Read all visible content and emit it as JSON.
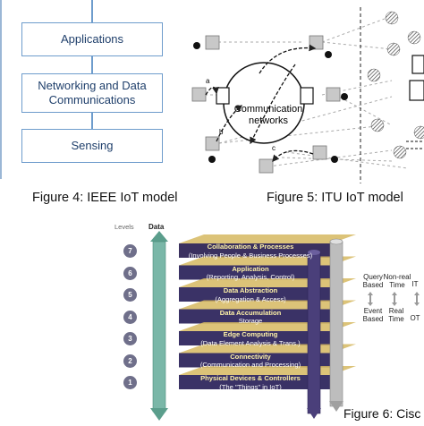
{
  "ieee": {
    "layers": [
      "Applications",
      "Networking and Data Communications",
      "Sensing"
    ],
    "caption": "Figure 4: IEEE IoT model"
  },
  "itu": {
    "cloud_label_line1": "Communication",
    "cloud_label_line2": "networks",
    "link_a": "a",
    "link_b": "b",
    "link_c": "c",
    "caption": "Figure 5: ITU IoT model"
  },
  "cisco": {
    "levels_label": "Levels",
    "data_label": "Data",
    "levels": [
      {
        "num": "7",
        "title": "Collaboration & Processes",
        "sub": "(Involving People & Business Processes)"
      },
      {
        "num": "6",
        "title": "Application",
        "sub": "(Reporting, Analysis, Control)"
      },
      {
        "num": "5",
        "title": "Data Abstraction",
        "sub": "(Aggregation & Access)"
      },
      {
        "num": "4",
        "title": "Data Accumulation",
        "sub": "Storage"
      },
      {
        "num": "3",
        "title": "Edge Computing",
        "sub": "(Data Element Analysis & Trans.)"
      },
      {
        "num": "2",
        "title": "Connectivity",
        "sub": "(Communication and Processing)"
      },
      {
        "num": "1",
        "title": "Physical Devices & Controllers",
        "sub": "(The \"Things\" in IoT)"
      }
    ],
    "right_labels": {
      "query_based": "Query Based",
      "non_real_time": "Non-real Time",
      "it": "IT",
      "event_based": "Event Based",
      "real_time": "Real Time",
      "ot": "OT"
    },
    "caption": "Figure 6: Cisc"
  },
  "colors": {
    "box_border": "#6e9ccc",
    "teal": "#5b9e8c",
    "purple": "#4a3f7a",
    "gold": "#c9a64c"
  }
}
